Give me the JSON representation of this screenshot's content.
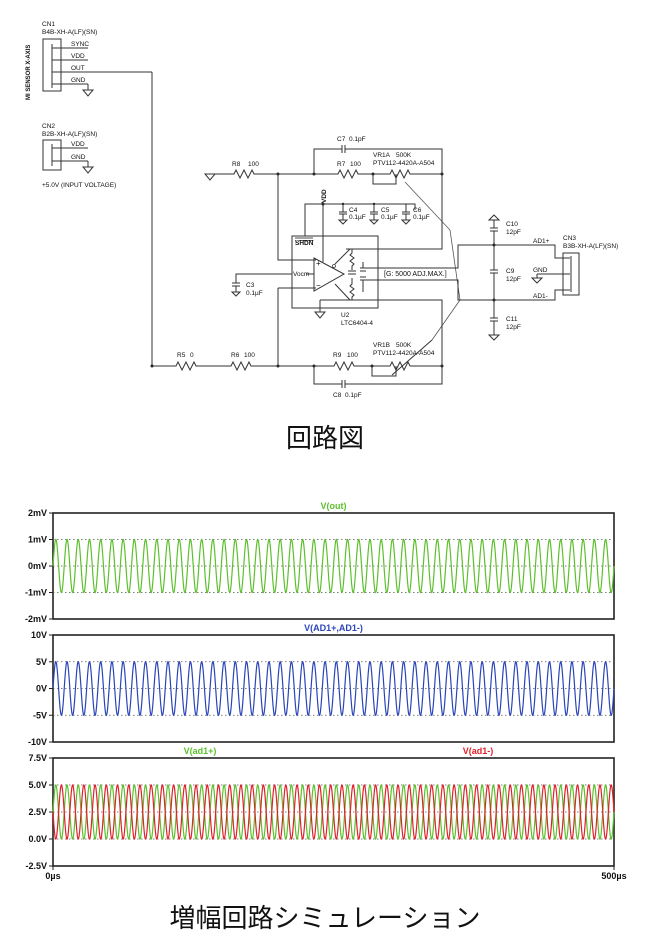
{
  "schematic": {
    "caption": "回路図",
    "sensor_label": "MI SENSOR X-AXIS",
    "cn1": {
      "ref": "CN1",
      "part": "B4B-XH-A(LF)(SN)",
      "pins": [
        "SYNC",
        "VDD",
        "OUT",
        "GND"
      ]
    },
    "cn2": {
      "ref": "CN2",
      "part": "B2B-XH-A(LF)(SN)",
      "pins": [
        "VDD",
        "GND"
      ],
      "note": "+5.0V (INPUT VOLTAGE)"
    },
    "cn3": {
      "ref": "CN3",
      "part": "B3B-XH-A(LF)(SN)",
      "pins": [
        "AD1+",
        "GND",
        "AD1-"
      ]
    },
    "resistors": [
      {
        "ref": "R8",
        "value": "100"
      },
      {
        "ref": "R7",
        "value": "100"
      },
      {
        "ref": "R5",
        "value": "0"
      },
      {
        "ref": "R6",
        "value": "100"
      },
      {
        "ref": "R9",
        "value": "100"
      }
    ],
    "capacitors": [
      {
        "ref": "C7",
        "value": "0.1pF"
      },
      {
        "ref": "C8",
        "value": "0.1pF"
      },
      {
        "ref": "C4",
        "value": "0.1µF"
      },
      {
        "ref": "C5",
        "value": "0.1µF"
      },
      {
        "ref": "C6",
        "value": "0.1µF"
      },
      {
        "ref": "C3",
        "value": "0.1µF"
      },
      {
        "ref": "C10",
        "value": "12pF"
      },
      {
        "ref": "C9",
        "value": "12pF"
      },
      {
        "ref": "C11",
        "value": "12pF"
      }
    ],
    "vr1a": {
      "ref": "VR1A",
      "value": "500K",
      "part": "PTV112-4420A-A504"
    },
    "vr1b": {
      "ref": "VR1B",
      "value": "500K",
      "part": "PTV112-4420A-A504"
    },
    "opamp": {
      "ref": "U2",
      "part": "LTC6404-4",
      "shdn": "SHDN",
      "vocm": "Vocm",
      "vdd": "VDD",
      "plus": "+",
      "minus": "−"
    },
    "gain_note": "[G: 5000 ADJ.MAX.]",
    "gnd_label": "GND"
  },
  "simulation": {
    "caption": "増幅回路シミュレーション"
  },
  "chart_data": [
    {
      "type": "line",
      "title": "V(out)",
      "xlabel": "",
      "ylabel": "",
      "xlim": [
        0,
        500
      ],
      "x_unit": "µs",
      "ylim": [
        -2,
        2
      ],
      "y_unit": "mV",
      "yticks": [
        "2mV",
        "1mV",
        "0mV",
        "-1mV",
        "-2mV"
      ],
      "ytick_values": [
        2,
        1,
        0,
        -1,
        -2
      ],
      "grid": "dotted at 1mV, 0mV, -1mV",
      "series": [
        {
          "name": "V(out)",
          "color": "#5cc02c",
          "waveform": "sine",
          "amplitude": 1,
          "offset": 0,
          "frequency_khz": 100,
          "phase_deg": 0
        }
      ]
    },
    {
      "type": "line",
      "title": "V(AD1+,AD1-)",
      "xlabel": "",
      "ylabel": "",
      "xlim": [
        0,
        500
      ],
      "x_unit": "µs",
      "ylim": [
        -10,
        10
      ],
      "y_unit": "V",
      "yticks": [
        "10V",
        "5V",
        "0V",
        "-5V",
        "-10V"
      ],
      "ytick_values": [
        10,
        5,
        0,
        -5,
        -10
      ],
      "grid": "dotted at 5V, 0V, -5V",
      "series": [
        {
          "name": "V(AD1+,AD1-)",
          "color": "#2a45b8",
          "waveform": "sine",
          "amplitude": 5,
          "offset": 0,
          "frequency_khz": 100,
          "phase_deg": 0
        }
      ]
    },
    {
      "type": "line",
      "title": "",
      "xlabel": "",
      "ylabel": "",
      "xlim": [
        0,
        500
      ],
      "x_unit": "µs",
      "xticks": [
        "0µs",
        "500µs"
      ],
      "ylim": [
        -2.5,
        7.5
      ],
      "y_unit": "V",
      "yticks": [
        "7.5V",
        "5.0V",
        "2.5V",
        "0.0V",
        "-2.5V"
      ],
      "ytick_values": [
        7.5,
        5.0,
        2.5,
        0.0,
        -2.5
      ],
      "grid": "dotted at 5.0V, 2.5V, 0.0V",
      "legend": "top",
      "series": [
        {
          "name": "V(ad1+)",
          "color": "#5cc02c",
          "waveform": "sine",
          "amplitude": 2.5,
          "offset": 2.5,
          "frequency_khz": 100,
          "phase_deg": 0
        },
        {
          "name": "V(ad1-)",
          "color": "#e0202a",
          "waveform": "sine",
          "amplitude": 2.5,
          "offset": 2.5,
          "frequency_khz": 100,
          "phase_deg": 180
        }
      ]
    }
  ]
}
